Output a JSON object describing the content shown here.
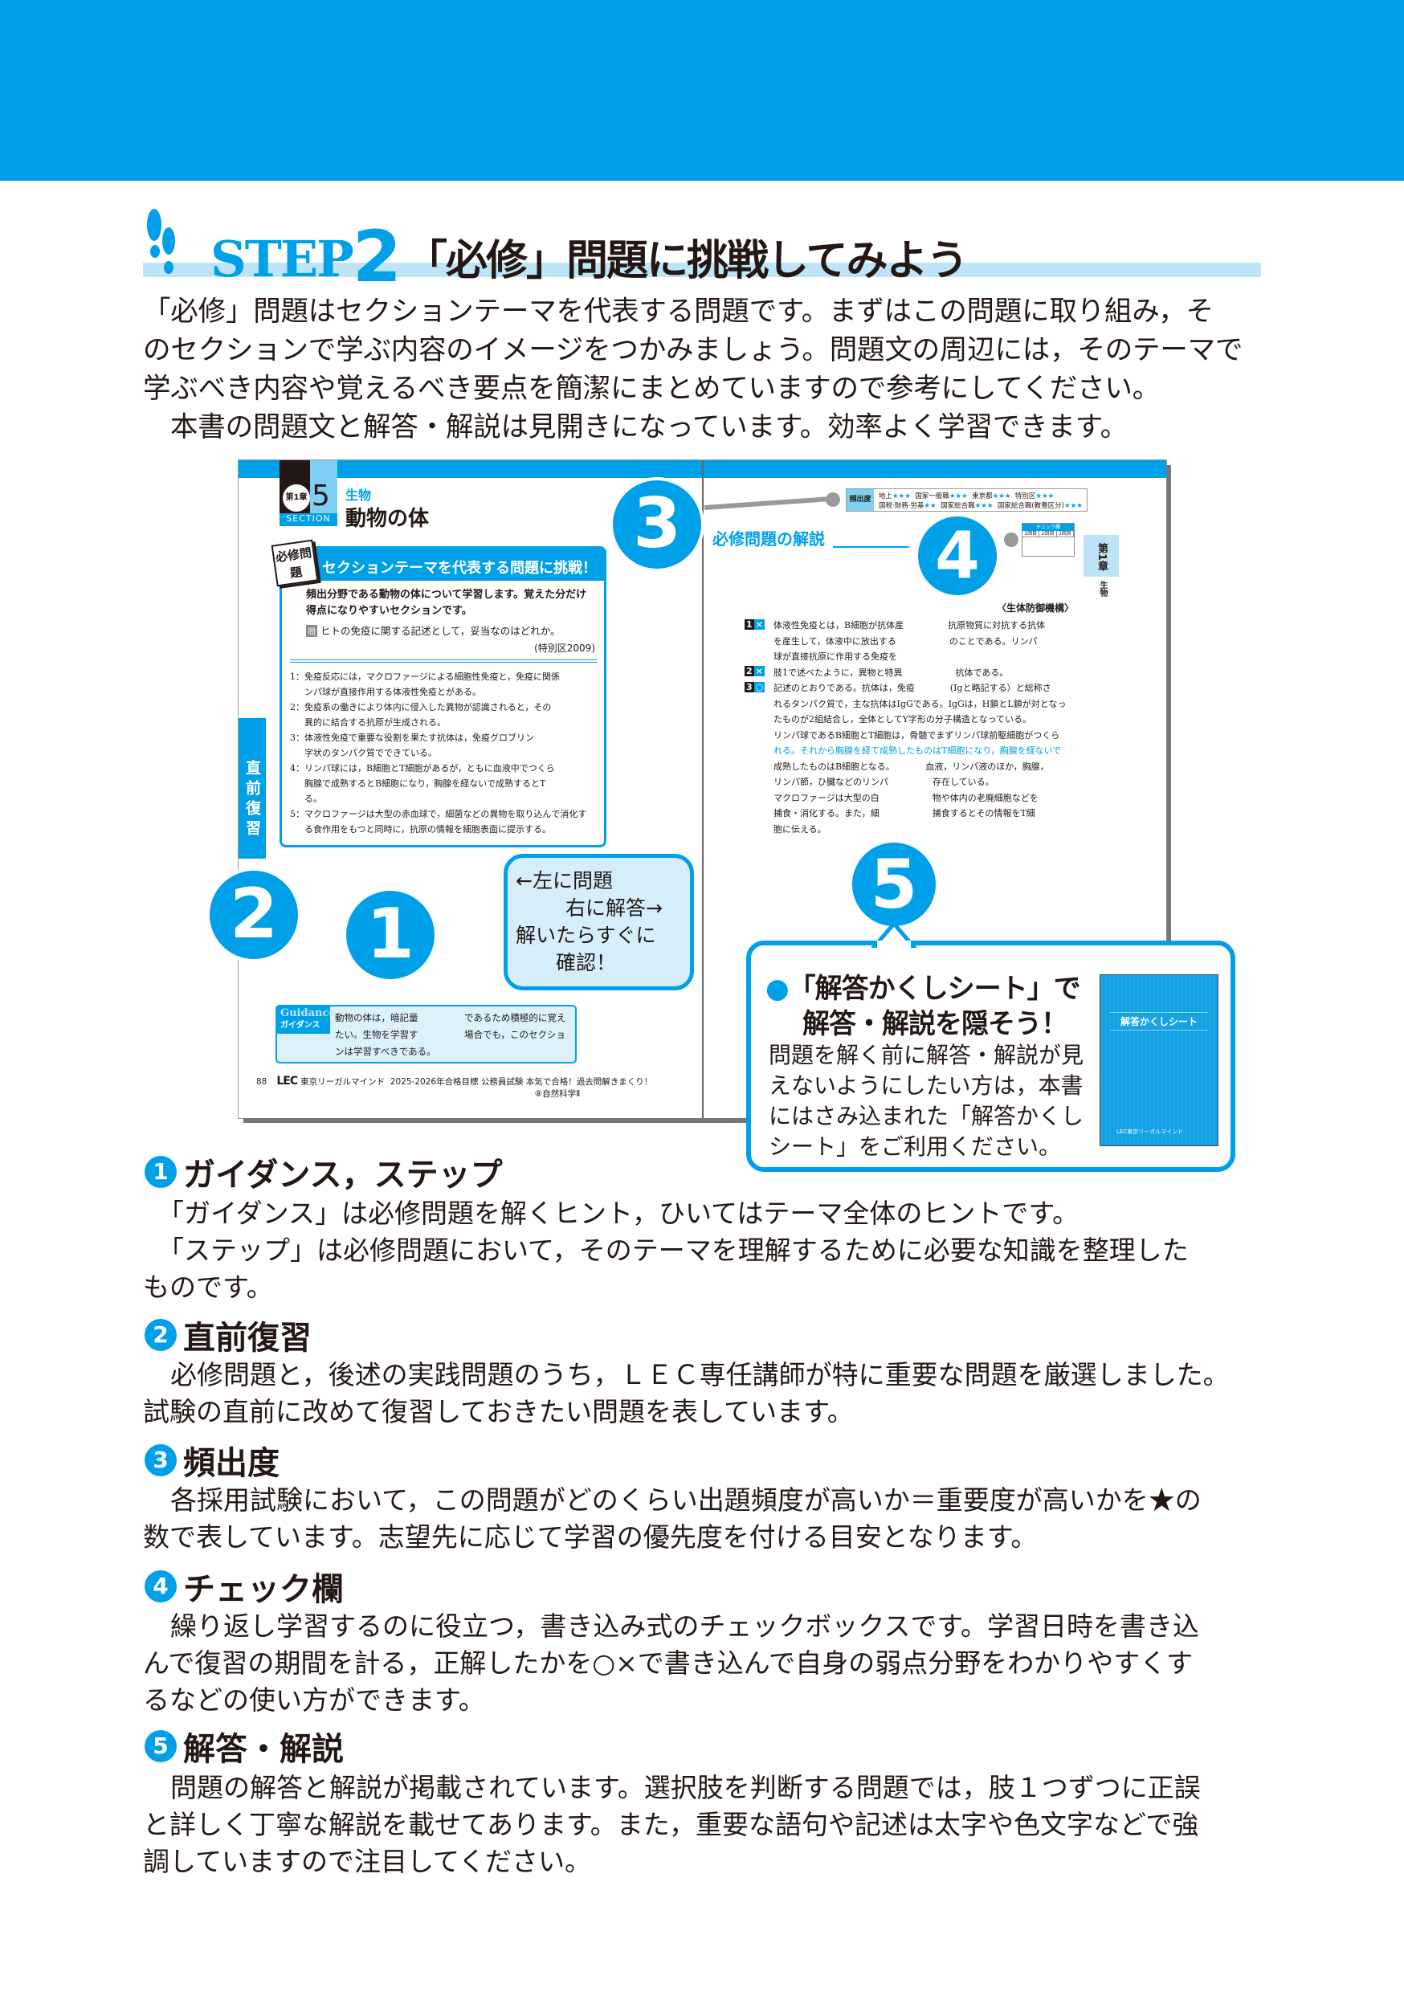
{
  "header": {
    "step_word": "STEP",
    "step_num": "2",
    "title": "「必修」問題に挑戦してみよう"
  },
  "intro": [
    "「必修」問題はセクションテーマを代表する問題です。まずはこの問題に取り組み，そ",
    "のセクションで学ぶ内容のイメージをつかみましょう。問題文の周辺には，そのテーマで",
    "学ぶべき内容や覚えるべき要点を簡潔にまとめていますので参考にしてください。",
    "本書の問題文と解答・解説は見開きになっています。効率よく学習できます。"
  ],
  "spread": {
    "left": {
      "chapter": "第1章",
      "section_num": "5",
      "section_label": "SECTION",
      "subject": "生物",
      "title": "動物の体",
      "hisshu_badge": "必修問題",
      "problem_header": "セクションテーマを代表する問題に挑戦！",
      "lead": "頻出分野である動物の体について学習します。覚えた分だけ得点になりやすいセクションです。",
      "question_mark": "問",
      "question": "ヒトの免疫に関する記述として，妥当なのはどれか。",
      "source": "(特別区2009)",
      "options": [
        "1：免疫反応には，マクロファージによる細胞性免疫と，免疫に関係",
        "ンパ球が直接作用する体液性免疫とがある。",
        "2：免疫系の働きにより体内に侵入した異物が認識されると，その",
        "異的に結合する抗原が生成される。",
        "3：体液性免疫で重要な役割を果たす抗体は，免疫グロブリン",
        "字状のタンパク質でできている。",
        "4：リンパ球には，B細胞とT細胞があるが，ともに血液中でつくら",
        "胸腺で成熟するとB細胞になり，胸腺を経ないで成熟するとT",
        "る。",
        "5：マクロファージは大型の赤血球で，細菌などの異物を取り込んで消化す",
        "る食作用をもつと同時に，抗原の情報を細胞表面に提示する。"
      ],
      "review_tab": "直前復習",
      "guidance_en": "Guidance",
      "guidance_jp": "ガイダンス",
      "guidance_text": "動物の体は，暗記量　　　　　であるため積極的に覚えたい。生物を学習す　　　　　場合でも，このセクションは学習すべきである。",
      "page_number": "88",
      "publisher": "LEC",
      "publisher_name": "東京リーガルマインド",
      "book_title": "2025-2026年合格目標 公務員試験 本気で合格！過去問解きまくり！",
      "book_subtitle": "⑧自然科学Ⅱ"
    },
    "right": {
      "freq_label": "頻出度",
      "freq_row1": [
        [
          "地上",
          "★★★"
        ],
        [
          "国家一般職",
          "★★★"
        ],
        [
          "東京都",
          "★★★"
        ],
        [
          "特別区",
          "★★★"
        ]
      ],
      "freq_row2": [
        [
          "国税·財務·労基",
          "★★"
        ],
        [
          "国家総合職",
          "★★★"
        ],
        [
          "国家総合職(教養区分)",
          "★★★"
        ]
      ],
      "explain_heading": "必修問題の解説",
      "check_label": "チェック欄",
      "check_cols": [
        "1回目",
        "2回目",
        "3回目"
      ],
      "chapter_tab": "第1章",
      "chapter_sub": "生物",
      "theme": "〈生体防御機構〉",
      "answers": [
        {
          "num": "1",
          "mark": "×"
        },
        {
          "num": "2",
          "mark": "×"
        },
        {
          "num": "3",
          "mark": "○"
        }
      ],
      "lines": [
        "体液性免疫とは，B細胞が抗体産　　　　　抗原物質に対抗する抗体",
        "を産生して，体液中に放出する　　　　　　のことである。リンパ",
        "球が直接抗原に作用する免疫を",
        "肢1で述べたように，異物と特異　　　　　　抗体である。",
        "記述のとおりである。抗体は，免疫　　　　(Igと略記する）と総称さ",
        "れるタンパク質で，主な抗体はIgGである。IgGは，H鎖とL鎖が対となっ",
        "たものが2組結合し，全体としてY字形の分子構造となっている。",
        "リンパ球であるB細胞とT細胞は，骨髄でまずリンパ球前駆細胞がつくら",
        "れる。それから胸腺を経て成熟したものはT細胞になり，胸腺を経ないで",
        "成熟したものはB細胞となる。　　　　血液，リンパ液のほか，胸腺，",
        "リンパ節，ひ臓などのリンパ　　　　　存在している。",
        "マクロファージは大型の白　　　　　　物や体内の老廃細胞などを",
        "捕食・消化する。また，細　　　　　　捕食するとその情報をT細",
        "胞に伝える。"
      ]
    },
    "markers": [
      "1",
      "2",
      "3",
      "4",
      "5"
    ],
    "bubble": [
      "←左に問題",
      "右に解答→",
      "解いたらすぐに",
      "確認！"
    ]
  },
  "callout": {
    "bullet": "●",
    "title_line1": "「解答かくしシート」で",
    "title_line2": "解答・解説を隠そう！",
    "body": "問題を解く前に解答・解説が見えないようにしたい方は，本書にはさみ込まれた「解答かくしシート」をご利用ください。",
    "sheet_title": "解答かくしシート",
    "sheet_logo": "LEC東京リーガルマインド"
  },
  "sections": [
    {
      "num": "1",
      "title": "ガイダンス，ステップ",
      "lines": [
        "「ガイダンス」は必修問題を解くヒント，ひいてはテーマ全体のヒントです。",
        "「ステップ」は必修問題において，そのテーマを理解するために必要な知識を整理した",
        "ものです。"
      ]
    },
    {
      "num": "2",
      "title": "直前復習",
      "lines": [
        "必修問題と，後述の実践問題のうち，ＬＥＣ専任講師が特に重要な問題を厳選しました。",
        "試験の直前に改めて復習しておきたい問題を表しています。"
      ]
    },
    {
      "num": "3",
      "title": "頻出度",
      "lines": [
        "各採用試験において，この問題がどのくらい出題頻度が高いか＝重要度が高いかを★の",
        "数で表しています。志望先に応じて学習の優先度を付ける目安となります。"
      ]
    },
    {
      "num": "4",
      "title": "チェック欄",
      "lines": [
        "繰り返し学習するのに役立つ，書き込み式のチェックボックスです。学習日時を書き込",
        "んで復習の期間を計る，正解したかを○×で書き込んで自身の弱点分野をわかりやすくす",
        "るなどの使い方ができます。"
      ]
    },
    {
      "num": "5",
      "title": "解答・解説",
      "lines": [
        "問題の解答と解説が掲載されています。選択肢を判断する問題では，肢１つずつに正誤",
        "と詳しく丁寧な解説を載せてあります。また，重要な語句や記述は太字や色文字などで強",
        "調していますので注目してください。"
      ]
    }
  ],
  "colors": {
    "accent": "#00a0e9",
    "light": "#bde4f7",
    "bubble": "#d6eefa"
  }
}
